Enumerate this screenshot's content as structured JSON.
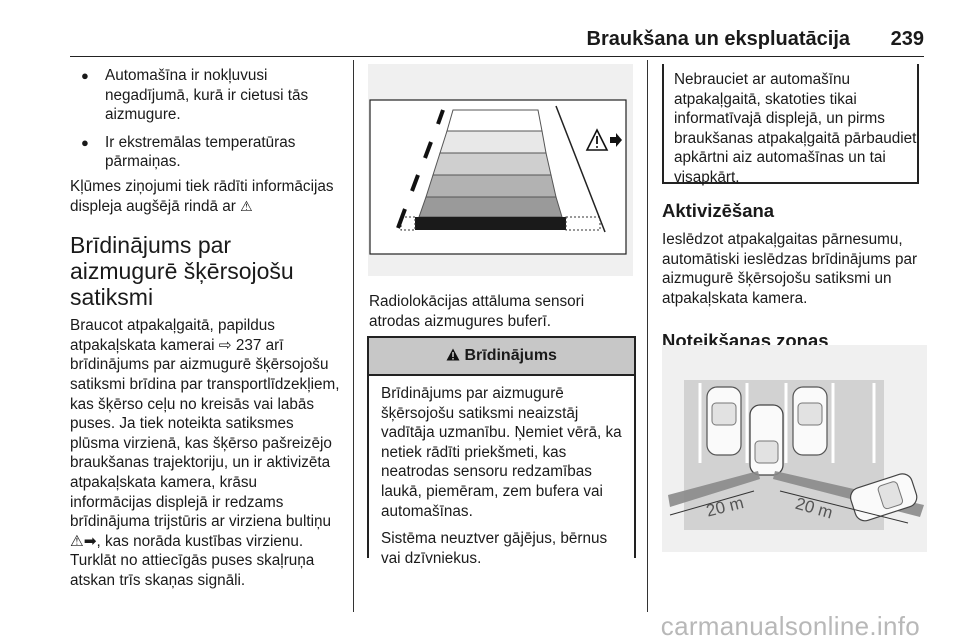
{
  "header": {
    "title": "Braukšana un ekspluatācija",
    "page_number": "239"
  },
  "left_column": {
    "bullets": [
      "Automašīna ir nokļuvusi negadījumā, kurā ir cietusi tās aizmugure.",
      "Ir ekstremālas temperatūras pārmaiņas."
    ],
    "error_note": "Kļūmes ziņojumi tiek rādīti informācijas displeja augšējā rindā ar",
    "error_note_symbol": "⚠",
    "section_heading": "Brīdinājums par aizmugurē šķērsojošu satiksmi",
    "body_1": "Braucot atpakaļgaitā, papildus atpakaļskata kamerai",
    "ref_symbol": "⇨",
    "ref_page": "237",
    "body_2": "arī brīdinājums par aizmugurē šķērsojošu satiksmi brīdina par transportlīdzekļiem, kas šķērso ceļu no kreisās vai labās puses. Ja tiek noteikta satiksmes plūsma virzienā, kas šķērso pašreizējo braukšanas trajektoriju, un ir aktivizēta atpakaļskata kamera, krāsu informācijas displejā ir redzams brīdinājuma trijstūris ar virziena bultiņu",
    "arrow_symbol": "⚠➡",
    "body_3": ", kas norāda kustības virzienu. Turklāt no attiecīgās puses skaļruņa atskan trīs skaņas signāli."
  },
  "middle_column": {
    "figure_caption": "Radiolokācijas attāluma sensori atrodas aizmugures buferī.",
    "warning_box": {
      "title": "Brīdinājums",
      "icon": "warning-triangle-icon",
      "paragraphs": [
        "Brīdinājums par aizmugurē šķērsojošu satiksmi neaizstāj vadītāja uzmanību. Ņemiet vērā, ka netiek rādīti priekšmeti, kas neatrodas sensoru redzamības laukā, piemēram, zem bufera vai automašīnas.",
        "Sistēma neuztver gājējus, bērnus vai dzīvniekus."
      ]
    }
  },
  "right_column": {
    "note_box": "Nebrauciet ar automašīnu atpakaļgaitā, skatoties tikai informatīvajā displejā, un pirms braukšanas atpakaļgaitā pārbaudiet apkārtni aiz automašīnas un tai visapkārt.",
    "activation_heading": "Aktivizēšana",
    "activation_body": "Ieslēdzot atpakaļgaitas pārnesumu, automātiski ieslēdzas brīdinājums par aizmugurē šķērsojošu satiksmi un atpakaļskata kamera.",
    "detection_heading": "Noteikšanas zonas",
    "detection_left_label": "20 m",
    "detection_right_label": "20 m"
  },
  "watermark": "carmanualsonline.info",
  "colors": {
    "text": "#1a1a1a",
    "warning_header_bg": "#c7c7c7",
    "figure_bg": "#f0f0f0",
    "zone_gray": "#8a8a8a"
  }
}
